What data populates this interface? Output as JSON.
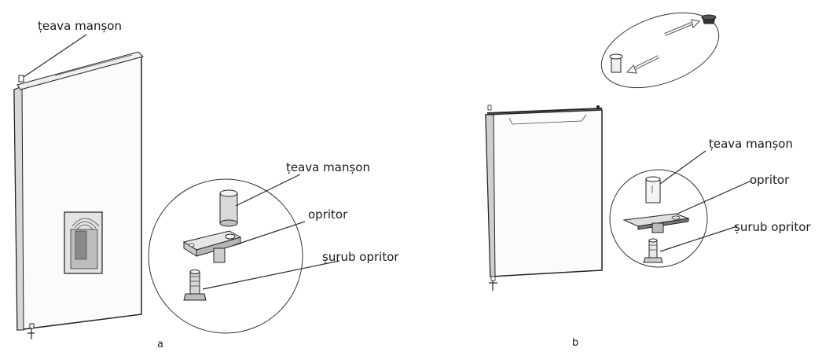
{
  "panel_a": {
    "label_top": "țeava manșon",
    "label_sleeve": "țeava manșon",
    "label_stopper": "opritor",
    "label_screw": "șurub opritor",
    "caption": "a"
  },
  "panel_b": {
    "label_sleeve": "țeava manșon",
    "label_stopper": "opritor",
    "label_screw": "șurub opritor",
    "caption": "b"
  }
}
